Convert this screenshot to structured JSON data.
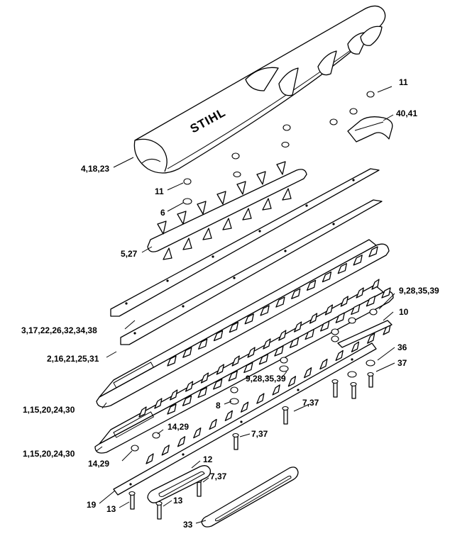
{
  "brand": "STIHL",
  "callouts": [
    {
      "id": "c-11-top",
      "text": "11"
    },
    {
      "id": "c-40-41",
      "text": "40,41"
    },
    {
      "id": "c-4-18-23",
      "text": "4,18,23"
    },
    {
      "id": "c-11",
      "text": "11"
    },
    {
      "id": "c-6",
      "text": "6"
    },
    {
      "id": "c-5-27",
      "text": "5,27"
    },
    {
      "id": "c-3-17",
      "text": "3,17,22,26,32,34,38"
    },
    {
      "id": "c-9-28-a",
      "text": "9,28,35,39"
    },
    {
      "id": "c-10",
      "text": "10"
    },
    {
      "id": "c-2-16",
      "text": "2,16,21,25,31"
    },
    {
      "id": "c-36",
      "text": "36"
    },
    {
      "id": "c-37",
      "text": "37"
    },
    {
      "id": "c-9-28-b",
      "text": "9,28,35,39"
    },
    {
      "id": "c-1-15-a",
      "text": "1,15,20,24,30"
    },
    {
      "id": "c-7-37-a",
      "text": "7,37"
    },
    {
      "id": "c-8",
      "text": "8"
    },
    {
      "id": "c-14-29-a",
      "text": "14,29"
    },
    {
      "id": "c-7-37-b",
      "text": "7,37"
    },
    {
      "id": "c-1-15-b",
      "text": "1,15,20,24,30"
    },
    {
      "id": "c-14-29-b",
      "text": "14,29"
    },
    {
      "id": "c-12",
      "text": "12"
    },
    {
      "id": "c-7-37-c",
      "text": "7,37"
    },
    {
      "id": "c-19",
      "text": "19"
    },
    {
      "id": "c-13-a",
      "text": "13"
    },
    {
      "id": "c-13-b",
      "text": "13"
    },
    {
      "id": "c-33",
      "text": "33"
    }
  ]
}
